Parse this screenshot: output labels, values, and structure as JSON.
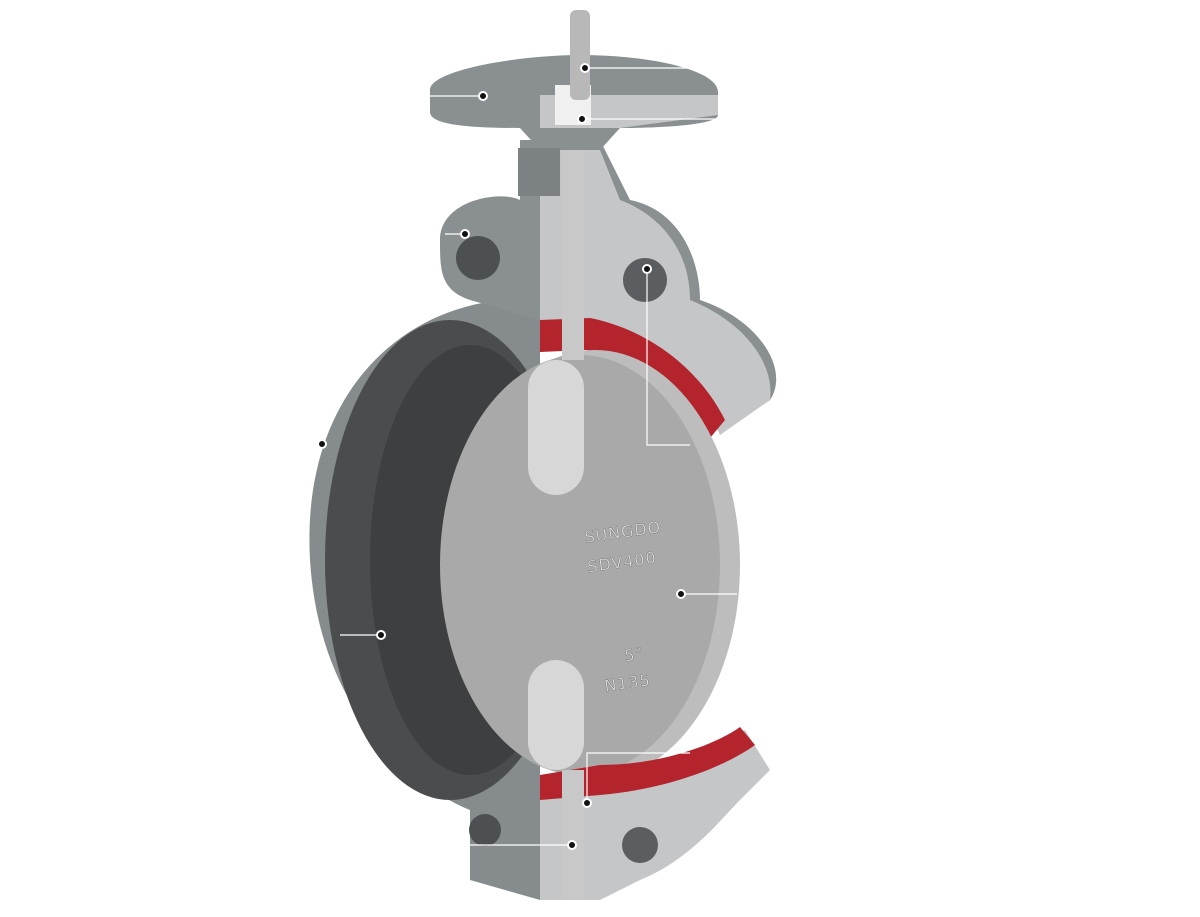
{
  "product": {
    "disc_markings": [
      "SUNGDO",
      "SDV400",
      "5\"",
      "N135"
    ]
  },
  "colors": {
    "body": "#8a9092",
    "body_dark": "#6e7476",
    "cut_face": "#c4c6c8",
    "liner": "#4a4c4e",
    "seal_red": "#b3242c",
    "disc": "#a9a9a9",
    "callout": "#ffffff"
  },
  "callouts": [
    {
      "name": "stem"
    },
    {
      "name": "top-flange"
    },
    {
      "name": "bushing"
    },
    {
      "name": "neck-hole"
    },
    {
      "name": "lug-hole"
    },
    {
      "name": "body"
    },
    {
      "name": "disc"
    },
    {
      "name": "seat-liner"
    },
    {
      "name": "lower-bushing"
    },
    {
      "name": "lower-stem"
    }
  ]
}
